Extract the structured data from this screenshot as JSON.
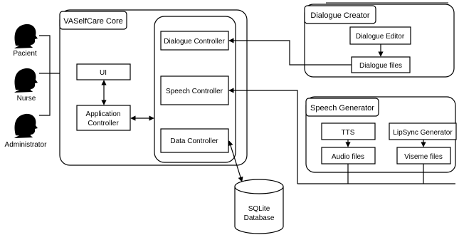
{
  "actors": {
    "patient": "Pacient",
    "nurse": "Nurse",
    "administrator": "Administrator"
  },
  "core": {
    "title": "VASelfCare Core",
    "ui": "UI",
    "app_controller_line1": "Application",
    "app_controller_line2": "Controller",
    "dialogue_controller": "Dialogue Controller",
    "speech_controller": "Speech Controller",
    "data_controller": "Data Controller"
  },
  "dialogue_creator": {
    "title": "Dialogue Creator",
    "editor": "Dialogue Editor",
    "files": "Dialogue files"
  },
  "speech_generator": {
    "title": "Speech Generator",
    "tts": "TTS",
    "lipsync": "LipSync Generator",
    "audio_files": "Audio files",
    "viseme_files": "Viseme files"
  },
  "database": {
    "line1": "SQLite",
    "line2": "Database"
  }
}
